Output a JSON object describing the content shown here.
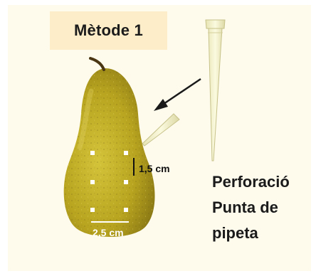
{
  "title": "Mètode 1",
  "vertical_spacing_label": "1,5 cm",
  "horizontal_spacing_label": "2,5 cm",
  "caption_lines": [
    "Perforació",
    "Punta de",
    "pipeta"
  ],
  "colors": {
    "panel_background": "#fefbed",
    "title_background": "#fdedc8",
    "pear_body": "#b5a21c",
    "pipette_tip": "#f3f1c8",
    "hole_marker": "#ffffff",
    "arrow": "#1a1a1a"
  },
  "icons": [
    "pear-icon",
    "pipette-tip-icon",
    "arrow-icon"
  ]
}
